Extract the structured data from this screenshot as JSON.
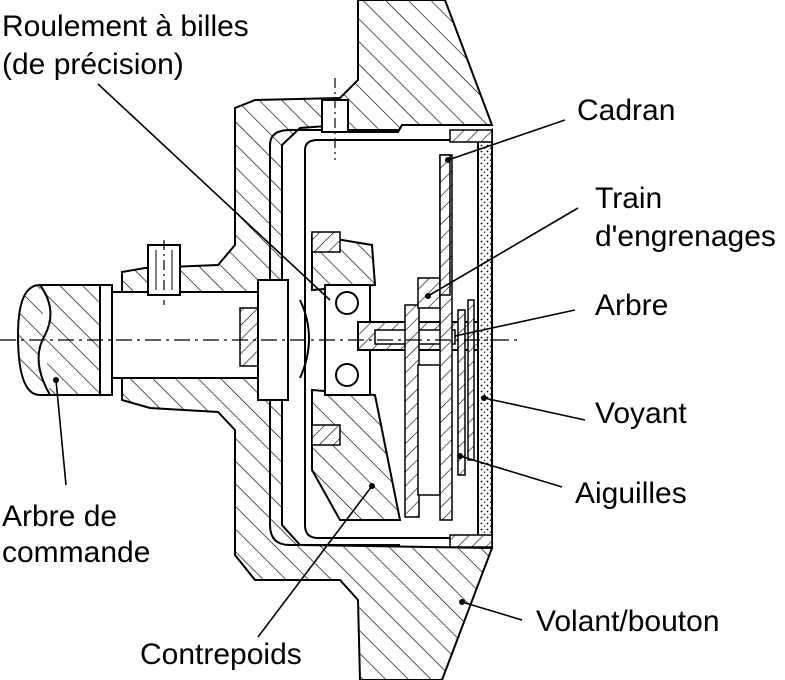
{
  "labels": {
    "roulement_line1": "Roulement à billes",
    "roulement_line2": "(de précision)",
    "cadran": "Cadran",
    "train_line1": "Train",
    "train_line2": "d'engrenages",
    "arbre": "Arbre",
    "voyant": "Voyant",
    "aiguilles": "Aiguilles",
    "arbre_commande_line1": "Arbre de",
    "arbre_commande_line2": "commande",
    "volant": "Volant/bouton",
    "contrepoids": "Contrepoids"
  }
}
